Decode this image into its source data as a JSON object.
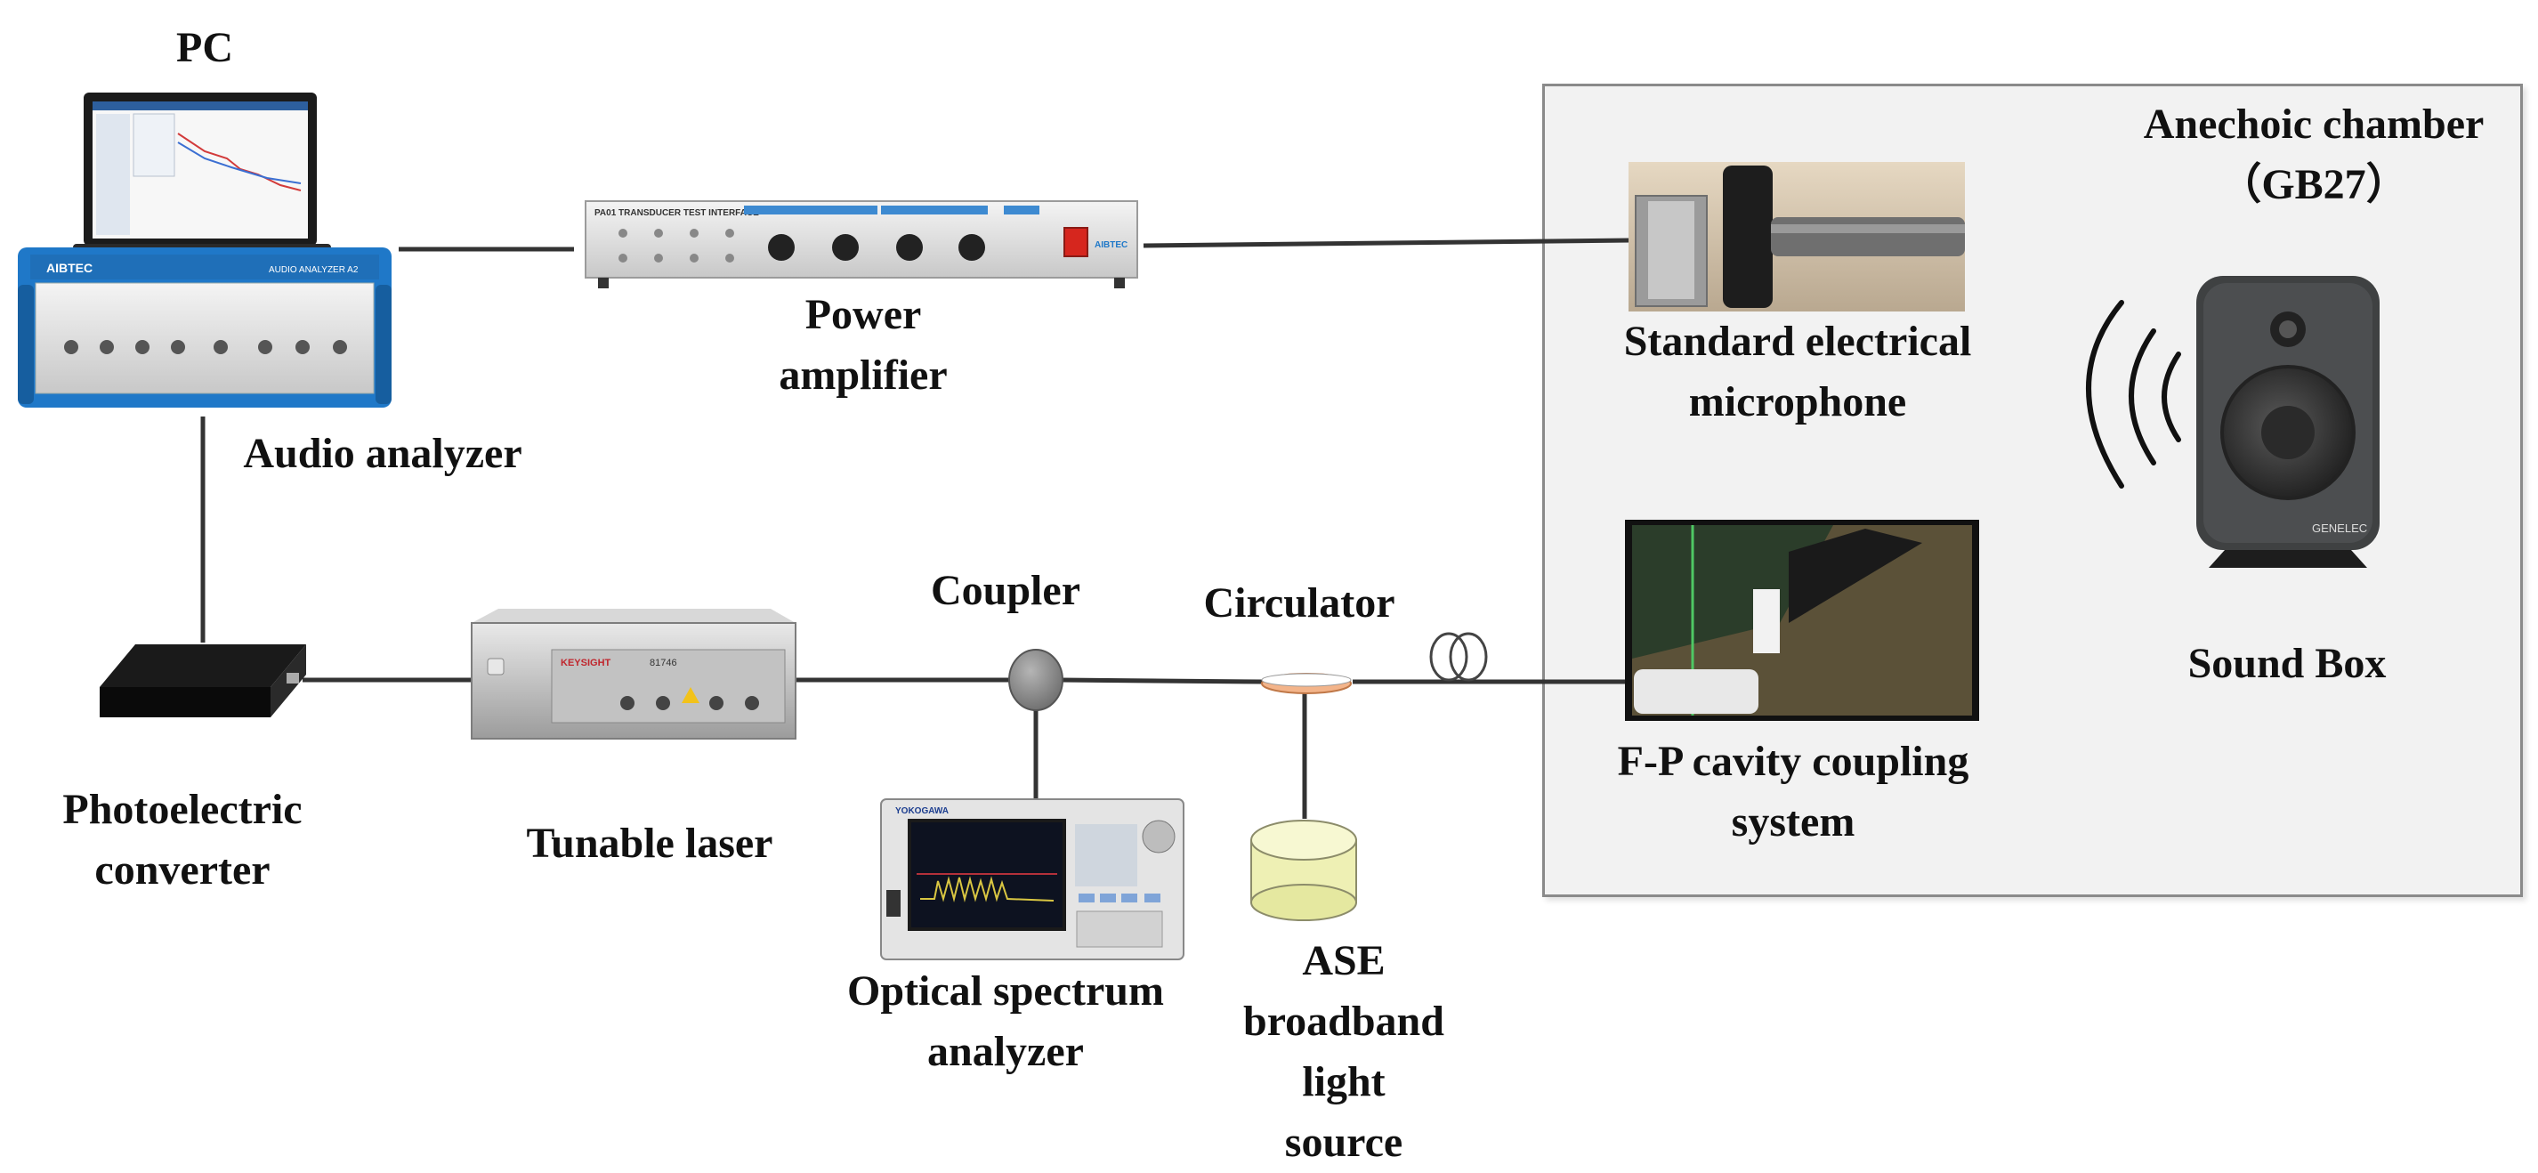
{
  "labels": {
    "pc": "PC",
    "audio_analyzer": "Audio analyzer",
    "power_amplifier": [
      "Power",
      "amplifier"
    ],
    "standard_mic": [
      "Standard electrical",
      "microphone"
    ],
    "anechoic_chamber": [
      "Anechoic chamber",
      "（GB27）"
    ],
    "sound_box": "Sound Box",
    "photoelectric_converter": [
      "Photoelectric",
      "converter"
    ],
    "tunable_laser": "Tunable laser",
    "coupler": "Coupler",
    "circulator": "Circulator",
    "optical_spectrum_analyzer": [
      "Optical spectrum",
      "analyzer"
    ],
    "ase_source": [
      "ASE",
      "broadband",
      "light",
      "source"
    ],
    "fp_cavity": [
      "F-P cavity coupling",
      "system"
    ]
  },
  "device_text": {
    "audio_brand": "AIBTEC",
    "audio_model": "AUDIO ANALYZER A2",
    "amp_title": "PA01 TRANSDUCER TEST INTERFACE",
    "amp_brand": "AIBTEC",
    "laser_brand": "KEYSIGHT",
    "laser_model": "81746",
    "osa_brand": "YOKOGAWA",
    "speaker_brand": "GENELEC"
  },
  "colors": {
    "line": "#333333",
    "chamber_fill": "#f2f2f2",
    "chamber_border": "#8a8a8a",
    "device_blue": "#1f78c8",
    "ase_fill": "#eef0b4"
  }
}
